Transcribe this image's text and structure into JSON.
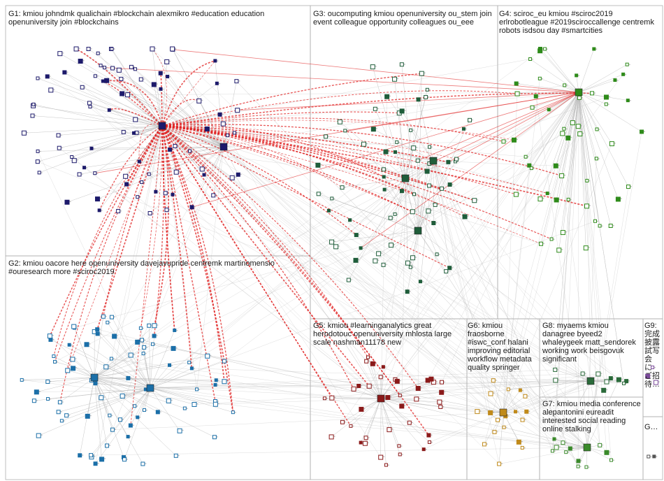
{
  "groups": [
    {
      "id": "G1",
      "label": "G1: kmiou johndmk qualichain #blockchain alexmikro #education education openuniversity join #blockchains",
      "color": "#1d1a6b",
      "count": 90,
      "hubs": 2
    },
    {
      "id": "G2",
      "label": "G2: kmiou oacore here openuniversity davejavupride centremk martinomensio #ouresearch more #sciroc2019",
      "color": "#1b6fa8",
      "count": 85,
      "hubs": 2
    },
    {
      "id": "G3",
      "label": "G3: oucomputing kmiou openuniversity ou_stem join event colleague opportunity colleagues ou_eee",
      "color": "#1f5d3a",
      "count": 70,
      "hubs": 3
    },
    {
      "id": "G4",
      "label": "G4: sciroc_eu kmiou #sciroc2019 erlrobotleague #2019sciroccallenge centremk robots isdsou day #smartcities",
      "color": "#2e8b1a",
      "count": 55,
      "hubs": 1
    },
    {
      "id": "G5",
      "label": "G5: kmiou #learninganalytics great herodotouc openuniversity mhlosta large scale nashman11178 new",
      "color": "#8b1a1a",
      "count": 40,
      "hubs": 1
    },
    {
      "id": "G6",
      "label": "G6: kmiou fraosborne #iswc_conf halani improving editorial workflow metadata quality springer",
      "color": "#c08a1a",
      "count": 18,
      "hubs": 1
    },
    {
      "id": "G7",
      "label": "G7: kmiou media conference alepantonini eureadit interested social reading online stalking",
      "color": "#3a8a2a",
      "count": 12,
      "hubs": 1
    },
    {
      "id": "G8",
      "label": "G8: myaems kmiou danagree byeed2 whaleygeek matt_sendorek working work beisgovuk significant",
      "color": "#2a6a3a",
      "count": 10,
      "hubs": 1
    },
    {
      "id": "G9",
      "label": "G9: 完成 披露 試写 会 に ご招 待…",
      "color": "#7a4a9a",
      "count": 3,
      "hubs": 0
    },
    {
      "id": "G10",
      "label": "G…",
      "color": "#555555",
      "count": 2,
      "hubs": 0
    }
  ],
  "colors": {
    "edge_gray": "#b8b8b8",
    "edge_red": "#e02020",
    "panel_border": "#b0b0b0"
  }
}
